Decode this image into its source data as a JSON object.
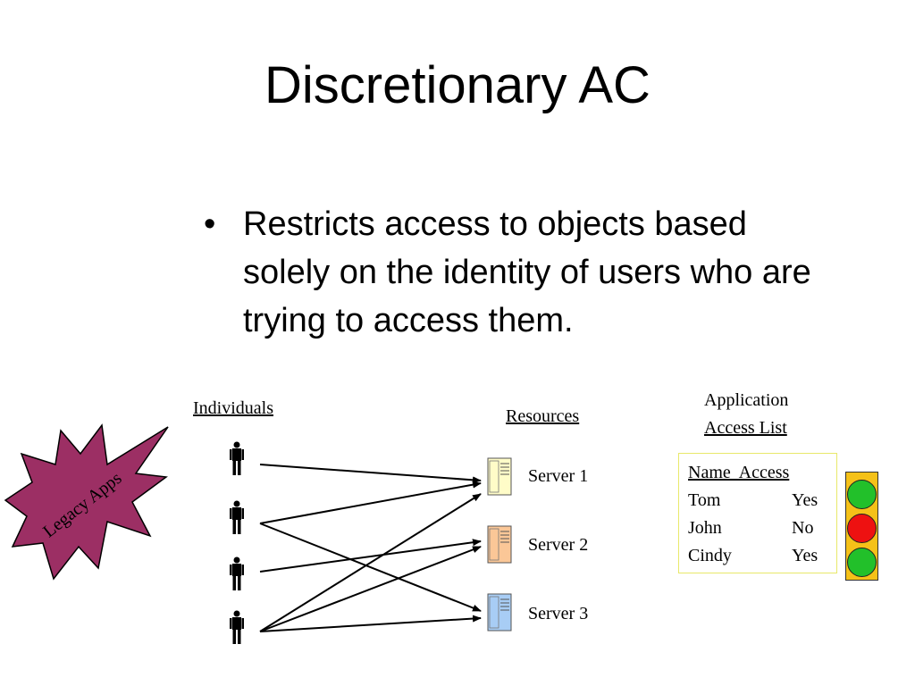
{
  "slide": {
    "title": "Discretionary AC",
    "bullet_symbol": "•",
    "bullet_text": "Restricts access to objects based solely on the identity of users who are trying to access them."
  },
  "diagram": {
    "individuals_label": "Individuals",
    "resources_label": "Resources",
    "acl_title_line1": "Application",
    "acl_title_line2": "Access List",
    "legacy_label": "Legacy Apps",
    "servers": [
      {
        "label": "Server 1",
        "color": "#fffcc8"
      },
      {
        "label": "Server 2",
        "color": "#fbc797"
      },
      {
        "label": "Server 3",
        "color": "#a8cdf5"
      }
    ],
    "acl": {
      "header": "Name  Access",
      "rows": [
        {
          "name": "Tom",
          "access": "Yes"
        },
        {
          "name": "John",
          "access": "No"
        },
        {
          "name": "Cindy",
          "access": "Yes"
        }
      ]
    },
    "traffic_light": [
      "#22c02a",
      "#ee1111",
      "#22c02a"
    ],
    "starburst_color": "#9c2f64"
  }
}
